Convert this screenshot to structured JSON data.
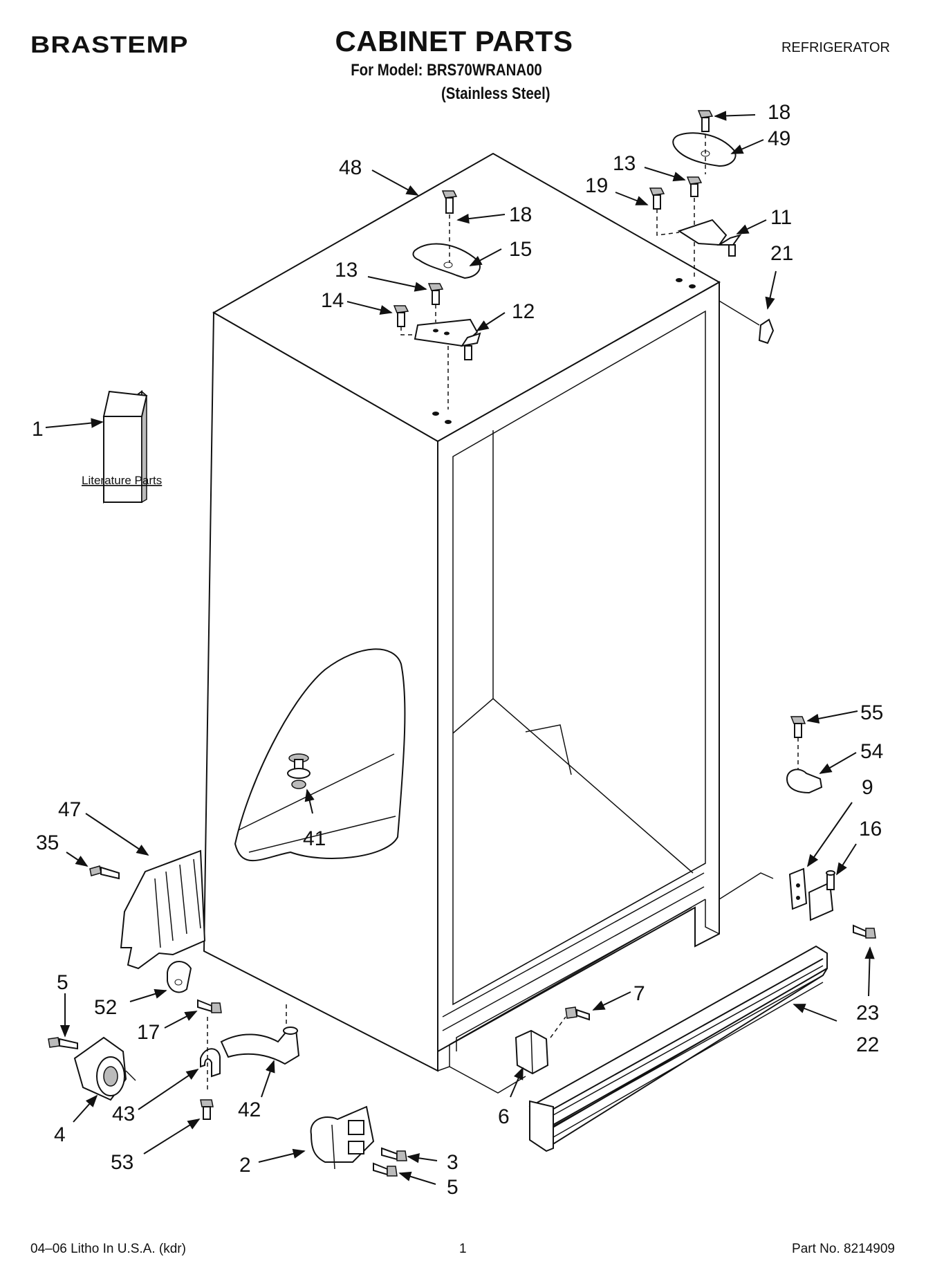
{
  "header": {
    "brand": "BRASTEMP",
    "title": "CABINET PARTS",
    "model_line": "For Model: BRS70WRANA00",
    "variant": "(Stainless Steel)",
    "category": "REFRIGERATOR"
  },
  "diagram": {
    "literature_label": "Literature Parts",
    "callouts": {
      "c1": "1",
      "c2": "2",
      "c3": "3",
      "c4": "4",
      "c5a": "5",
      "c5b": "5",
      "c6": "6",
      "c7": "7",
      "c9": "9",
      "c11": "11",
      "c12": "12",
      "c13a": "13",
      "c13b": "13",
      "c14": "14",
      "c15": "15",
      "c16": "16",
      "c17": "17",
      "c18a": "18",
      "c18b": "18",
      "c19": "19",
      "c21": "21",
      "c22": "22",
      "c23": "23",
      "c35": "35",
      "c41": "41",
      "c42": "42",
      "c43": "43",
      "c47": "47",
      "c48": "48",
      "c49": "49",
      "c52": "52",
      "c53": "53",
      "c54": "54",
      "c55": "55"
    }
  },
  "footer": {
    "litho": "04–06 Litho In U.S.A. (kdr)",
    "page": "1",
    "part_no": "Part No. 8214909"
  }
}
